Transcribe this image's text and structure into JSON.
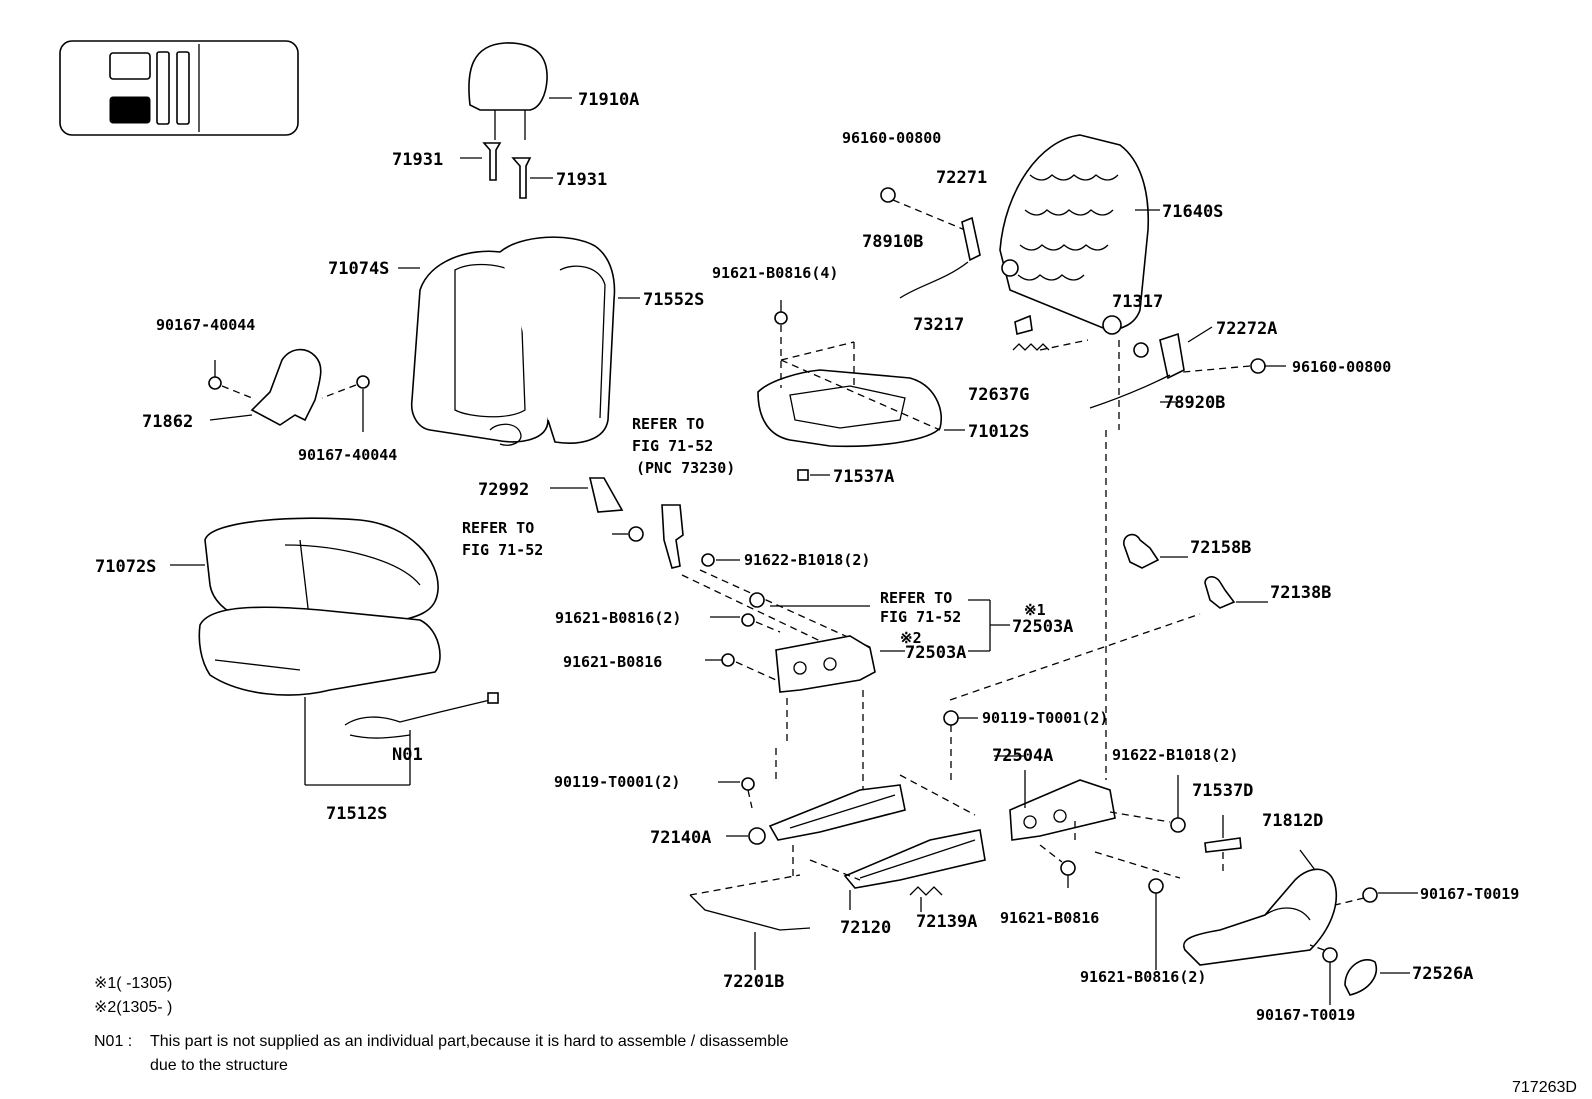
{
  "diagram_id": "717263D",
  "labels": {
    "p71910A": "71910A",
    "p71931a": "71931",
    "p71931b": "71931",
    "p71074S": "71074S",
    "p71552S": "71552S",
    "p90167_40044a": "90167-40044",
    "p90167_40044b": "90167-40044",
    "p71862": "71862",
    "p96160_00800a": "96160-00800",
    "p72271": "72271",
    "p71640S": "71640S",
    "p78910B": "78910B",
    "p91621_B0816_4": "91621-B0816(4)",
    "p71317": "71317",
    "p73217": "73217",
    "p72272A": "72272A",
    "p72637G": "72637G",
    "p96160_00800b": "96160-00800",
    "p78920B": "78920B",
    "p71012S": "71012S",
    "p71537A": "71537A",
    "p72992": "72992",
    "p91622_B1018_2a": "91622-B1018(2)",
    "p71072S": "71072S",
    "p72158B": "72158B",
    "p72138B": "72138B",
    "p91621_B0816_2a": "91621-B0816(2)",
    "p72503A_1": "72503A",
    "p72503A_2": "72503A",
    "p91621_B0816a": "91621-B0816",
    "p90119_T0001_2a": "90119-T0001(2)",
    "pN01": "N01",
    "p71512S": "71512S",
    "p72504A": "72504A",
    "p91622_B1018_2b": "91622-B1018(2)",
    "p71537D": "71537D",
    "p90119_T0001_2b": "90119-T0001(2)",
    "p71812D": "71812D",
    "p72140A": "72140A",
    "p90167_T0019a": "90167-T0019",
    "p72120": "72120",
    "p72139A": "72139A",
    "p91621_B0816b": "91621-B0816",
    "p72526A": "72526A",
    "p72201B": "72201B",
    "p91621_B0816_2b": "91621-B0816(2)",
    "p90167_T0019b": "90167-T0019"
  },
  "references": {
    "ref1_line1": "REFER TO",
    "ref1_line2": "FIG 71-52",
    "ref1_line3": "(PNC 73230)",
    "ref2_line1": "REFER TO",
    "ref2_line2": "FIG 71-52",
    "ref3_line1": "REFER TO",
    "ref3_line2": "FIG 71-52",
    "mark1": "※1",
    "mark2": "※2"
  },
  "notes": {
    "note1": "※1(     -1305)",
    "note2": "※2(1305-     )",
    "n01_code": "N01 :",
    "n01_line1": "This part is not supplied as an individual part,because it is hard to assemble / disassemble",
    "n01_line2": "due to the structure"
  }
}
